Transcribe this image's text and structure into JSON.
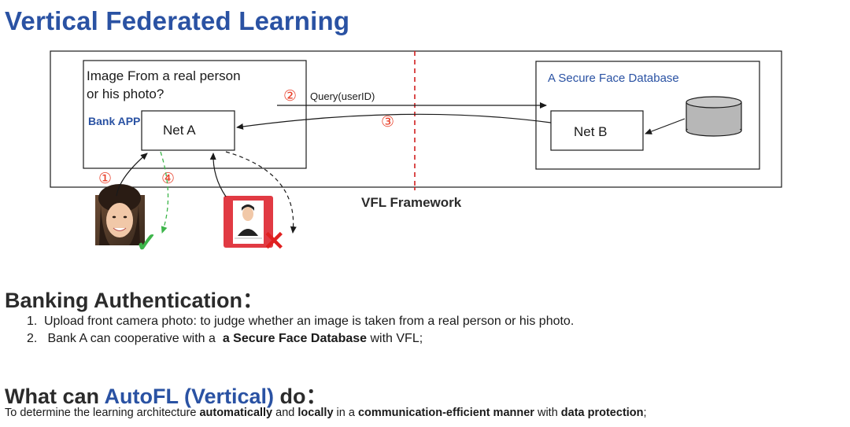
{
  "title": "Vertical Federated Learning",
  "diagram": {
    "bank_question_line1": "Image From a real person",
    "bank_question_line2": "or his photo?",
    "bank_app_label": "Bank APP",
    "net_a_label": "Net A",
    "secure_db_label": "A Secure Face Database",
    "net_b_label": "Net B",
    "query_label": "Query(userID)",
    "step1": "①",
    "step2": "②",
    "step3": "③",
    "step4": "④",
    "framework_label": "VFL Framework",
    "accept_mark": "✓",
    "reject_mark": "✕"
  },
  "section1": {
    "heading": "Banking Authentication",
    "colon": "：",
    "items": [
      {
        "num": "1.",
        "text": "Upload front camera photo: to judge whether an image is taken from a real person or his photo."
      },
      {
        "num": "2.",
        "pre": " Bank A can cooperative with a  ",
        "bold": "a Secure Face Database",
        "post": " with VFL;"
      }
    ]
  },
  "section2": {
    "heading_pre": "What can ",
    "heading_blue": "AutoFL (Vertical)",
    "heading_post": " do",
    "colon": "：",
    "desc": [
      {
        "t": "To determine the learning architecture ",
        "b": false
      },
      {
        "t": "automatically",
        "b": true
      },
      {
        "t": " and ",
        "b": false
      },
      {
        "t": "locally",
        "b": true
      },
      {
        "t": " in a ",
        "b": false
      },
      {
        "t": "communication-efficient manner",
        "b": true
      },
      {
        "t": " with ",
        "b": false
      },
      {
        "t": "data protection",
        "b": true
      },
      {
        "t": ";",
        "b": false
      }
    ]
  },
  "colors": {
    "accent_blue": "#2a52a3",
    "step_red": "#e8402a",
    "divider_red": "#d11f1f",
    "accept_green": "#3db54a",
    "db_fill": "#b7b7b7"
  }
}
